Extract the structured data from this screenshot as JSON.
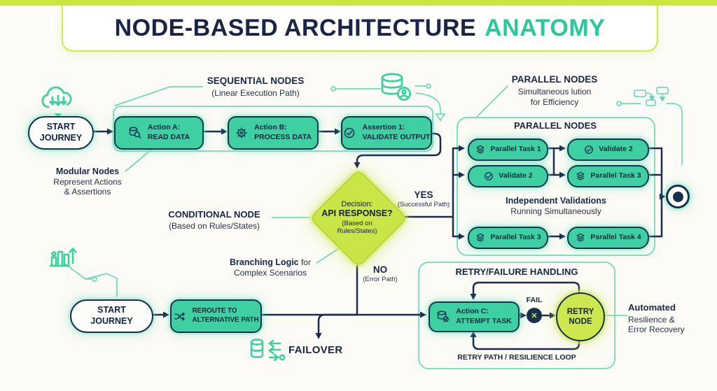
{
  "title": {
    "main": "NODE-BASED ARCHITECTURE",
    "accent": "ANATOMY"
  },
  "colors": {
    "lime": "#C9E73D",
    "navy": "#1B2B4D",
    "node_green": "#3ECFA2",
    "teal_line": "#58D7B2",
    "diamond_lime": "#C9E546"
  },
  "labels": {
    "sequential_heading": "SEQUENTIAL NODES",
    "sequential_sub": "(Linear Execution Path)",
    "modular_bold": "Modular Nodes",
    "modular_line2": "Represent Actions",
    "modular_line3": "& Assertions",
    "conditional_bold": "CONDITIONAL NODE",
    "conditional_sub": "(Based on Rules/States)",
    "branching_bold": "Branching Logic",
    "branching_rest": " for",
    "branching_line2": "Complex Scenarios",
    "yes": "YES",
    "yes_sub": "(Successful Path)",
    "no": "NO",
    "no_sub": "(Error Path)",
    "failover": "FAILOVER",
    "parallel_heading": "PARALLEL NODES",
    "parallel_sub1": "Simultaneous lution",
    "parallel_sub2": "for Efficiency",
    "parallel_box_title": "PARALLEL NODES",
    "independent_bold": "Independent Validations",
    "independent_line2": "Running Simultaneously",
    "retry_box_title": "RETRY/FAILURE HANDLING",
    "fail": "FAIL",
    "fail_x": "✕",
    "retry_loop": "RETRY PATH / RESILIENCE LOOP",
    "automated_bold": "Automated",
    "automated_line2": "Resilience &",
    "automated_line3": "Error Recovery"
  },
  "nodes": {
    "start_top": {
      "line1": "START",
      "line2": "JOURNEY"
    },
    "action_a": {
      "line1": "Action A:",
      "line2": "READ DATA",
      "icon": "database-search-icon"
    },
    "action_b": {
      "line1": "Action B:",
      "line2": "PROCESS DATA",
      "icon": "gear-icon"
    },
    "assertion_1": {
      "line1": "Assertion 1:",
      "line2": "VALIDATE OUTPUT",
      "icon": "check-circle-icon"
    },
    "decision": {
      "line1": "Decision:",
      "line2": "API RESPONSE?",
      "line3": "(Based on",
      "line4": "Rules/States)"
    },
    "parallel_task_1": {
      "label": "Parallel Task 1",
      "icon": "layers-icon"
    },
    "validate_2_row1": {
      "label": "Validate 2",
      "icon": "check-circle-icon"
    },
    "validate_2_row2": {
      "label": "Validate 2",
      "icon": "check-circle-icon"
    },
    "parallel_task_3_row2": {
      "label": "Parallel Task 3",
      "icon": "layers-icon"
    },
    "parallel_task_3_row3": {
      "label": "Parallel Task 3",
      "icon": "layers-icon"
    },
    "parallel_task_4": {
      "label": "Parallel Task 4",
      "icon": "layers-icon"
    },
    "start_bottom": {
      "line1": "START",
      "line2": "JOURNEY"
    },
    "reroute": {
      "line1": "REROUTE TO",
      "line2": "ALTERNATIVE PATH",
      "icon": "shuffle-icon"
    },
    "action_c": {
      "line1": "Action C:",
      "line2": "ATTEMPT TASK",
      "icon": "database-check-icon"
    },
    "retry_node": {
      "line1": "RETRY",
      "line2": "NODE"
    }
  },
  "decorations": [
    "cloud-sync-icon",
    "database-user-icon",
    "flow-blocks-icon",
    "bar-chart-icon",
    "database-transfer-icon",
    "end-target-icon"
  ]
}
